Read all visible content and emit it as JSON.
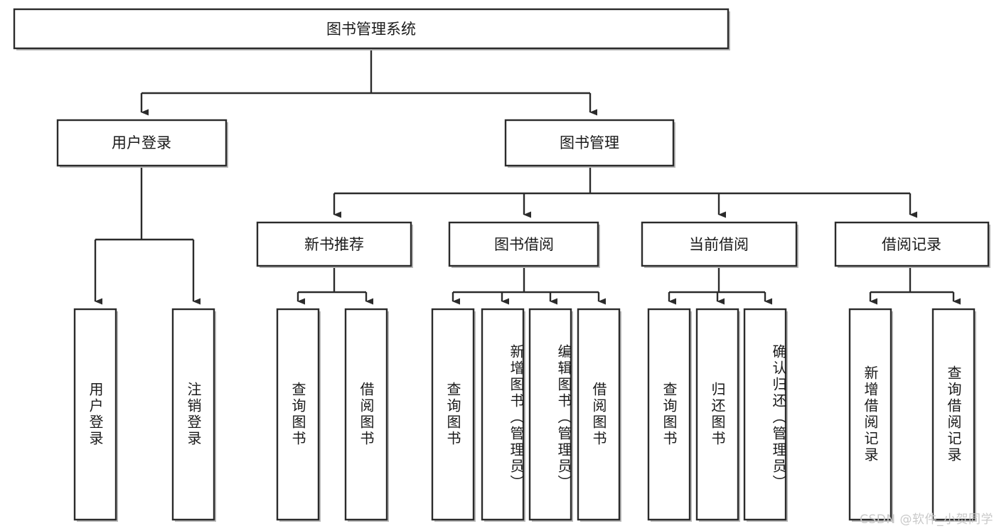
{
  "diagram": {
    "type": "tree",
    "title": "图书管理系统",
    "orientation": "top-down",
    "colors": {
      "box_stroke": "#2b2b2b",
      "box_fill": "#ffffff",
      "connector": "#2b2b2b",
      "text": "#1a1a1a",
      "background": "#ffffff",
      "watermark": "#c9c9c9"
    },
    "root": {
      "label": "图书管理系统"
    },
    "level2": [
      {
        "label": "用户登录"
      },
      {
        "label": "图书管理"
      }
    ],
    "level3": [
      {
        "label": "新书推荐"
      },
      {
        "label": "图书借阅"
      },
      {
        "label": "当前借阅"
      },
      {
        "label": "借阅记录"
      }
    ],
    "leaves": {
      "user_login": [
        {
          "label": "用户登录"
        },
        {
          "label": "注销登录"
        }
      ],
      "new_book_recommend": [
        {
          "label": "查询图书"
        },
        {
          "label": "借阅图书"
        }
      ],
      "book_borrow": [
        {
          "label": "查询图书"
        },
        {
          "label": "新增图书（管理员）"
        },
        {
          "label": "编辑图书（管理员）"
        },
        {
          "label": "借阅图书"
        }
      ],
      "current_borrow": [
        {
          "label": "查询图书"
        },
        {
          "label": "归还图书"
        },
        {
          "label": "确认归还（管理员）"
        }
      ],
      "borrow_record": [
        {
          "label": "新增借阅记录"
        },
        {
          "label": "查询借阅记录"
        }
      ]
    }
  },
  "watermark": {
    "text": "CSDN @软件_小贺同学"
  }
}
